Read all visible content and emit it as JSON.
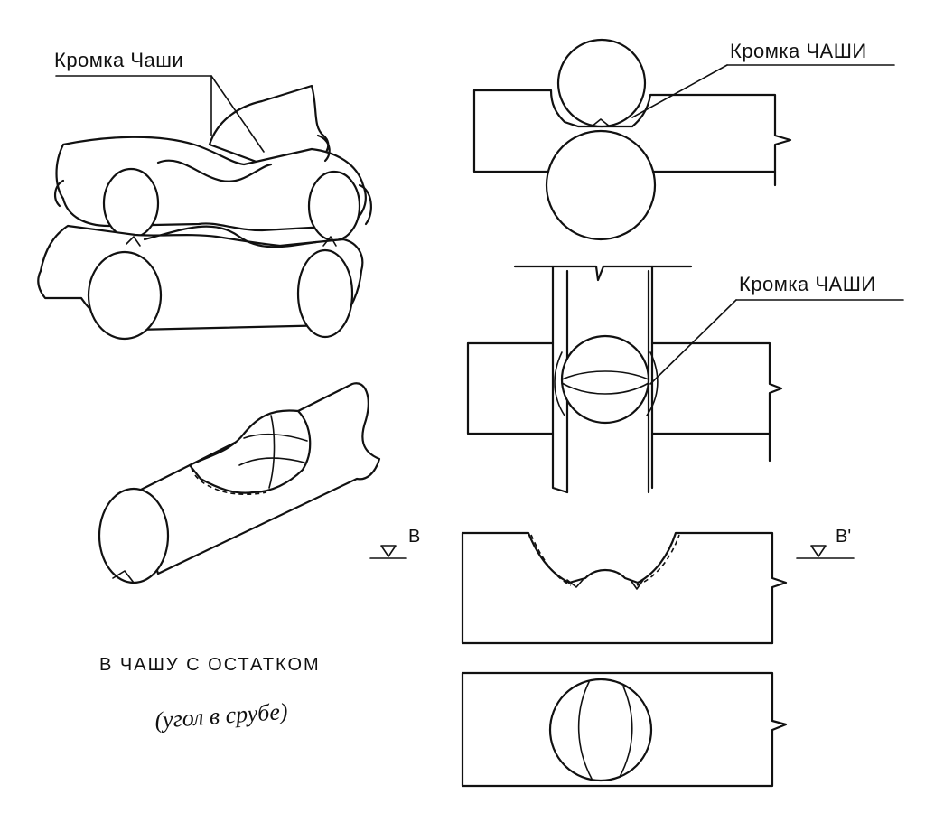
{
  "labels": {
    "edge_top_left": "Кромка Чаши",
    "edge_top_right": "Кромка ЧАШИ",
    "edge_middle_right": "Кромка ЧАШИ",
    "caption_main": "В ЧАШУ С ОСТАТКОМ",
    "caption_sub": "(угол в срубе)",
    "section_mark_left": "В",
    "section_mark_right": "В'"
  }
}
